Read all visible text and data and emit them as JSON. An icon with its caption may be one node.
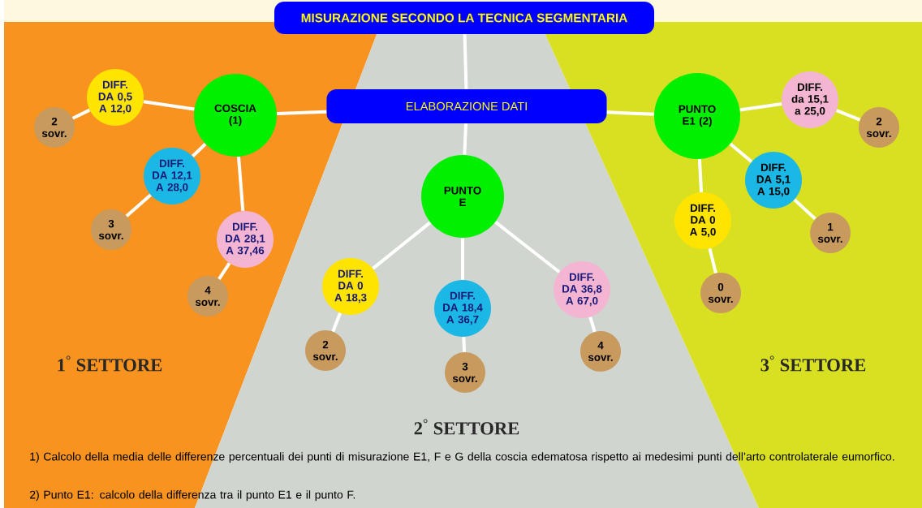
{
  "diagram": {
    "nodes": [
      {
        "text": [
          "MISURAZIONE SECONDO LA TECNICA SEGMENTARIA"
        ]
      },
      {
        "text": [
          "ELABORAZIONE DATI"
        ]
      },
      {
        "text": [
          "COSCIA (1)"
        ]
      },
      {
        "text": [
          "DIFF. DA 0,5 A 12,0"
        ]
      },
      {
        "text": [
          "2 sovr."
        ]
      },
      {
        "text": [
          "DIFF. DA 12,1 A 28,0"
        ]
      },
      {
        "text": [
          "3 sovr."
        ]
      },
      {
        "text": [
          "DIFF. DA 28,1 A 37,46"
        ]
      },
      {
        "text": [
          "4 sovr."
        ]
      },
      {
        "text": [
          "PUNTO E"
        ]
      },
      {
        "text": [
          "DIFF. DA 0 A 18,3"
        ]
      },
      {
        "text": [
          "2 sovr."
        ]
      },
      {
        "text": [
          "DIFF. DA 18,4 A 36,7"
        ]
      },
      {
        "text": [
          "3 sovr."
        ]
      },
      {
        "text": [
          "DIFF. DA 36,8 A 67,0"
        ]
      },
      {
        "text": [
          "4 sovr."
        ]
      },
      {
        "text": [
          "PUNTO E1 (2)"
        ]
      },
      {
        "text": [
          "DIFF. da 15,1 a 25,0"
        ]
      },
      {
        "text": [
          "2 sovr."
        ]
      },
      {
        "text": [
          "DIFF. DA 5,1 A 15,0"
        ]
      },
      {
        "text": [
          "1 sovr."
        ]
      },
      {
        "text": [
          "DIFF. DA 0 A 5,0"
        ]
      },
      {
        "text": [
          "0 sovr."
        ]
      }
    ],
    "edges": [
      {
        "from": 0,
        "to": 1,
        "arrow": "none"
      },
      {
        "from": 1,
        "to": 2,
        "arrow": "none"
      },
      {
        "from": 1,
        "to": 9,
        "arrow": "none"
      },
      {
        "from": 1,
        "to": 16,
        "arrow": "none"
      },
      {
        "from": 2,
        "to": 3,
        "arrow": "none"
      },
      {
        "from": 3,
        "to": 4,
        "arrow": "none"
      },
      {
        "from": 2,
        "to": 5,
        "arrow": "none"
      },
      {
        "from": 5,
        "to": 6,
        "arrow": "none"
      },
      {
        "from": 2,
        "to": 7,
        "arrow": "none"
      },
      {
        "from": 7,
        "to": 8,
        "arrow": "none"
      },
      {
        "from": 9,
        "to": 10,
        "arrow": "none"
      },
      {
        "from": 10,
        "to": 11,
        "arrow": "none"
      },
      {
        "from": 9,
        "to": 12,
        "arrow": "none"
      },
      {
        "from": 12,
        "to": 13,
        "arrow": "none"
      },
      {
        "from": 9,
        "to": 14,
        "arrow": "none"
      },
      {
        "from": 14,
        "to": 15,
        "arrow": "none"
      },
      {
        "from": 16,
        "to": 17,
        "arrow": "none"
      },
      {
        "from": 17,
        "to": 18,
        "arrow": "none"
      },
      {
        "from": 16,
        "to": 19,
        "arrow": "none"
      },
      {
        "from": 19,
        "to": 20,
        "arrow": "none"
      },
      {
        "from": 16,
        "to": 21,
        "arrow": "none"
      },
      {
        "from": 21,
        "to": 22,
        "arrow": "none"
      }
    ],
    "labels": [
      "1$^{°}$ SETTORE",
      "2$^{°}$ SETTORE",
      "3$^{°}$ SETTORE",
      "1) Calcolo della media delle differenze percentuali dei punti di misurazione E1, F e G della coscia edematosa rispetto ai medesimi punti dell’arto controlaterale eumorfico.",
      "2) Punto E1: calcolo della differenza tra il punto E1 e il punto F."
    ]
  }
}
